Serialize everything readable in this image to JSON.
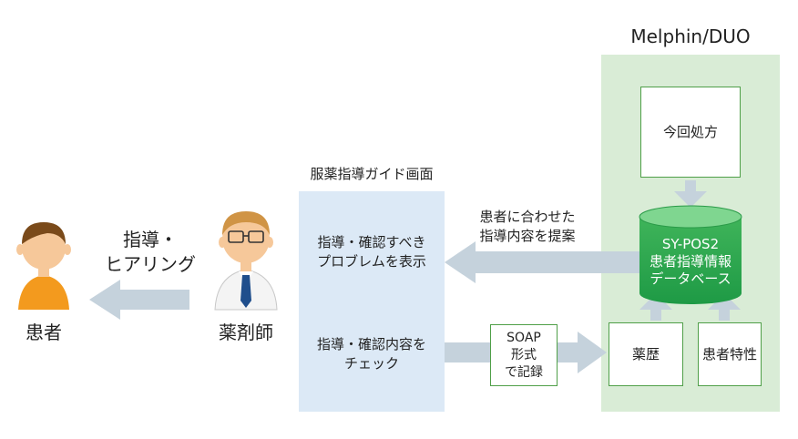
{
  "diagram": {
    "system_title": "Melphin/DUO",
    "guide_screen_title": "服薬指導ガイド画面",
    "patient_label": "患者",
    "pharmacist_label": "薬剤師",
    "guidance_label_line1": "指導・",
    "guidance_label_line2": "ヒアリング",
    "guide_item1_line1": "指導・確認すべき",
    "guide_item1_line2": "プロブレムを表示",
    "guide_item2_line1": "指導・確認内容を",
    "guide_item2_line2": "チェック",
    "proposal_line1": "患者に合わせた",
    "proposal_line2": "指導内容を提案",
    "current_prescription": "今回処方",
    "db_line1": "SY-POS2",
    "db_line2": "患者指導情報",
    "db_line3": "データベース",
    "soap_line1": "SOAP",
    "soap_line2": "形式",
    "soap_line3": "で記録",
    "medication_history": "薬歴",
    "patient_traits": "患者特性"
  },
  "colors": {
    "green_panel": "#d9ecd6",
    "green_border": "#4f9f48",
    "blue_panel": "#dce9f6",
    "arrow": "#c5d2dc",
    "db_dark": "#1e9a45",
    "db_light": "#5cc873",
    "patient_shirt": "#f39a1e",
    "patient_hair": "#7a4a1a",
    "pharmacist_hair": "#d09445",
    "tie": "#1f4e8c"
  }
}
